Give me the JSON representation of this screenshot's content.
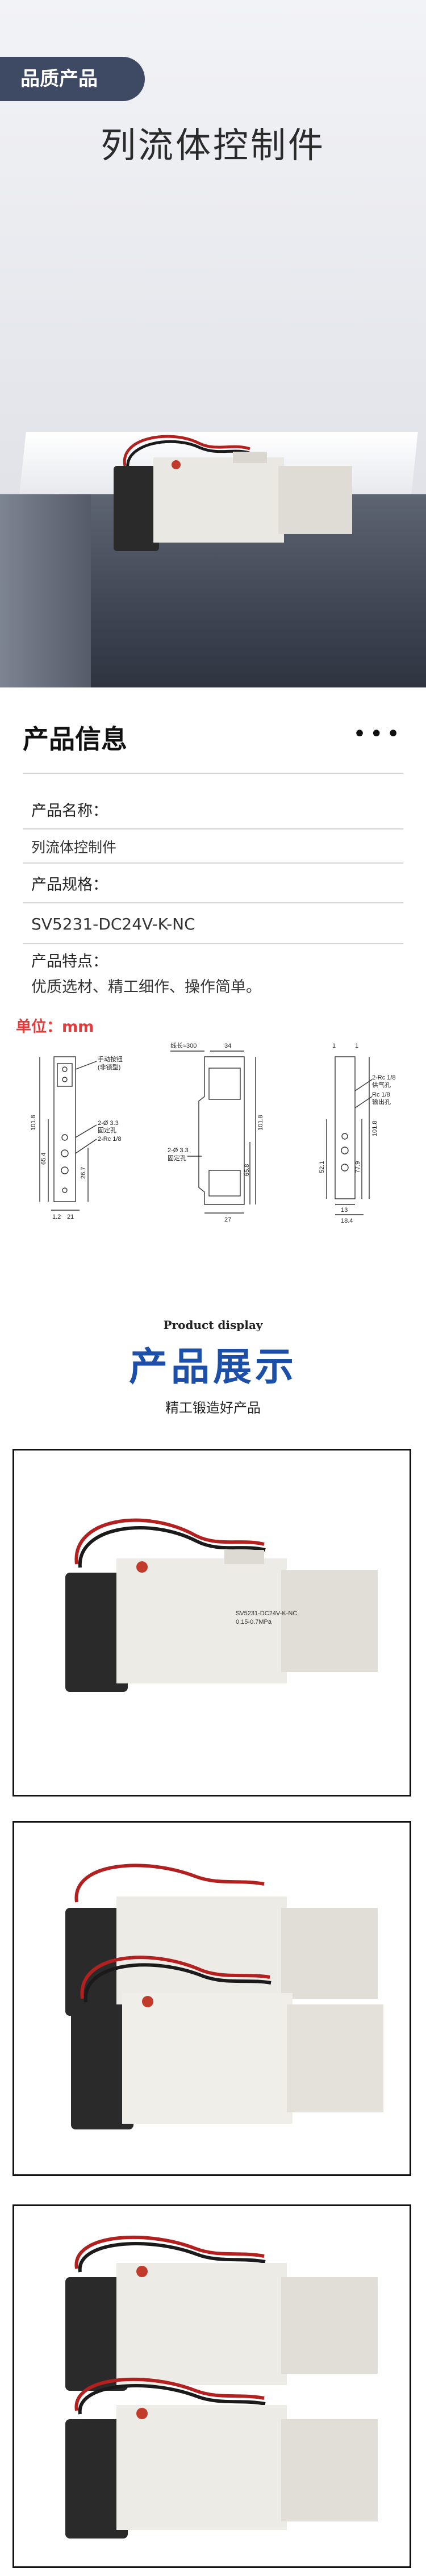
{
  "hero": {
    "badge": "品质产品",
    "title": "列流体控制件"
  },
  "info": {
    "heading": "产品信息",
    "dots": "•••",
    "name_label": "产品名称：",
    "name_value": "列流体控制件",
    "spec_label": "产品规格：",
    "spec_value": "SV5231-DC24V-K-NC",
    "feature_label": "产品特点：",
    "feature_value": "优质选材、精工细作、操作简单。"
  },
  "drawing": {
    "unit": "单位：mm",
    "labels": {
      "manual": "手动按钮",
      "manual2": "(非锁型)",
      "mount": "2-Ø 3.3",
      "mount2": "固定孔",
      "port": "2-Rc 1/8",
      "wire": "线长≈300",
      "w34": "34",
      "w27": "27",
      "h1018": "101.8",
      "h654": "65.4",
      "h267": "26.7",
      "d12": "1.2",
      "d21": "21",
      "h658": "65.8",
      "mount_b": "2-Ø 3.3",
      "mount_b2": "固定孔",
      "port_c": "2-Rc 1/8",
      "port_c2": "供气孔",
      "rc18": "Rc 1/8",
      "rc18b": "输出孔",
      "h521": "52.1",
      "h779": "77.9",
      "h1018c": "101.8",
      "w1": "1",
      "w13": "13",
      "w184": "18.4"
    }
  },
  "display": {
    "en": "Product display",
    "title": "产品展示",
    "sub": "精工锻造好产品"
  },
  "valve": {
    "label1": "SV5231-DC24V-K-NC",
    "label2": "0.15-0.7MPa"
  },
  "colors": {
    "badge": "#3e4a63",
    "accent_blue": "#1c4fa8",
    "unit_red": "#e53b3b"
  }
}
